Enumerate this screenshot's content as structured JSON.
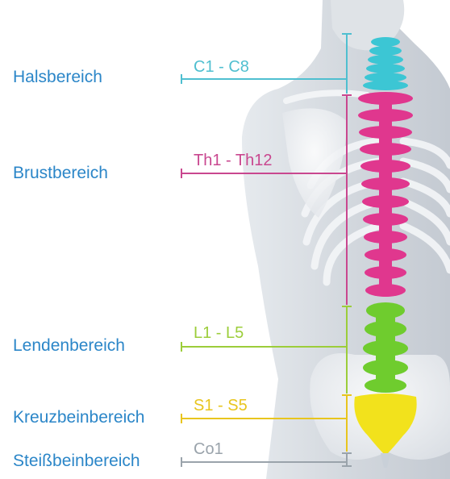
{
  "regions": [
    {
      "label": "Halsbereich",
      "code": "C1 - C8",
      "color": "#4fbfd0"
    },
    {
      "label": "Brustbereich",
      "code": "Th1 - Th12",
      "color": "#c9478f"
    },
    {
      "label": "Lendenbereich",
      "code": "L1 - L5",
      "color": "#9ccd3a"
    },
    {
      "label": "Kreuzbeinbereich",
      "code": "S1 - S5",
      "color": "#e8c51e"
    },
    {
      "label": "Steißbeinbereich",
      "code": "Co1",
      "color": "#9aa3ab"
    }
  ],
  "colors": {
    "label_blue": "#2b86c8",
    "cervical_vertebra": "#3cc6d4",
    "thoracic_vertebra": "#e0378e",
    "lumbar_vertebra": "#6fcc2e",
    "sacrum": "#f2e21c"
  }
}
